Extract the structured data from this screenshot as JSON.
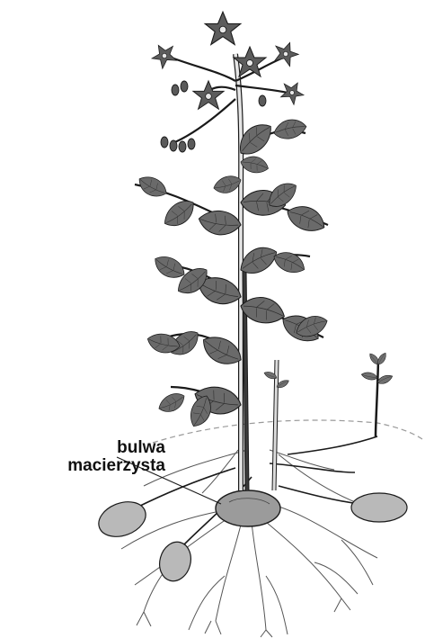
{
  "diagram": {
    "label": {
      "line1": "bulwa",
      "line2": "macierzysta"
    },
    "colors": {
      "background": "#ffffff",
      "stroke": "#1a1a1a",
      "leaf": "#6e6e6e",
      "leaf_dark": "#4a4a4a",
      "flower": "#5a5a5a",
      "tuber": "#b8b8b8",
      "mother_tuber": "#9a9a9a",
      "soil_line": "#999999",
      "root": "#555555"
    },
    "icons": [
      "potato-plant-illustration",
      "flower-icon",
      "leaf-icon",
      "tuber-icon",
      "root-icon"
    ]
  }
}
